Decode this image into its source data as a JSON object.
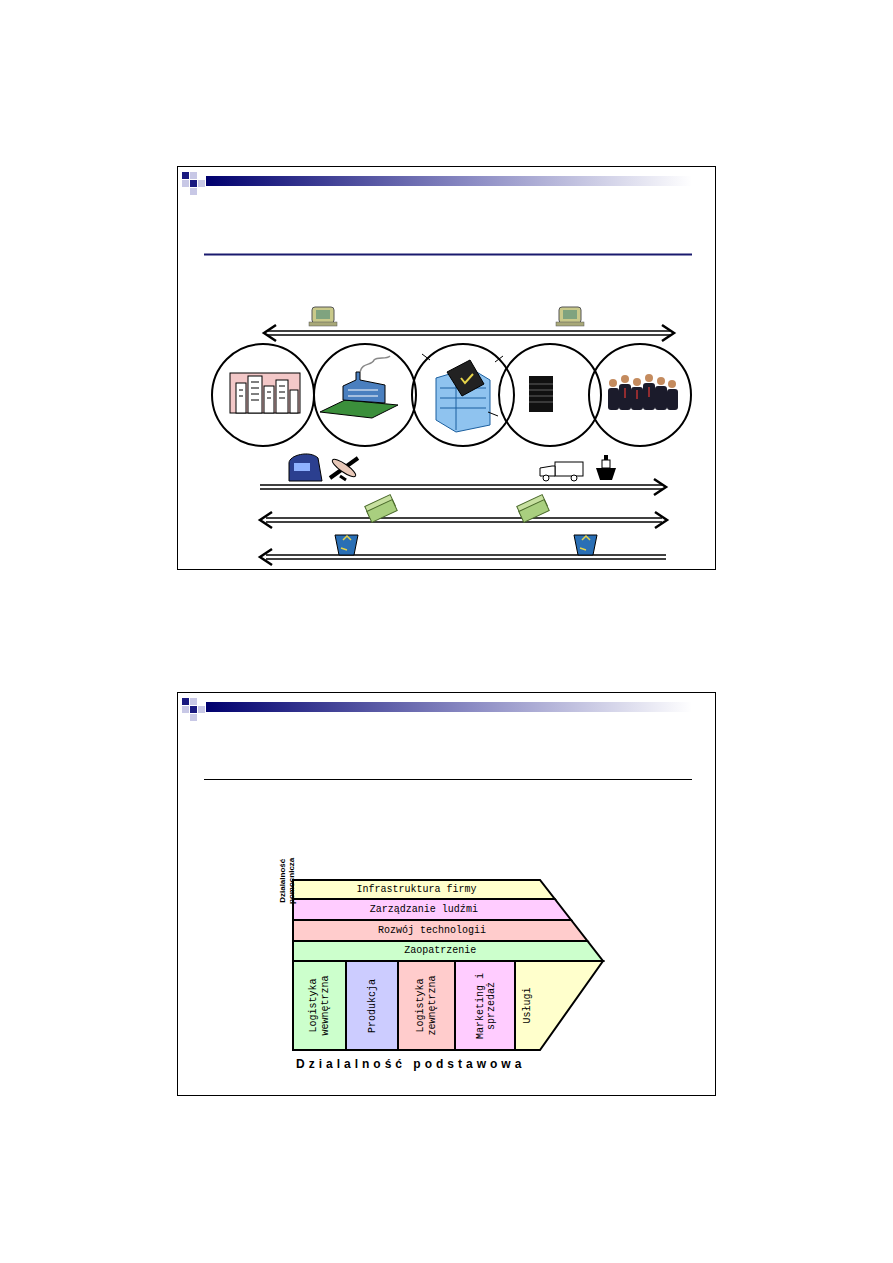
{
  "diagram": {
    "nodes": [
      {
        "text": [
          "Infrastruktura firmy"
        ]
      },
      {
        "text": [
          "Zarządzanie ludźmi"
        ]
      },
      {
        "text": [
          "Rozwój technologii"
        ]
      },
      {
        "text": [
          "Zaopatrzenie"
        ]
      },
      {
        "text": [
          "Logistyka wewnętrzna"
        ]
      },
      {
        "text": [
          "Produkcja"
        ]
      },
      {
        "text": [
          "Logistyka zewnętrzna"
        ]
      },
      {
        "text": [
          "Marketing i sprzedaż"
        ]
      },
      {
        "text": [
          "Usługi"
        ]
      }
    ],
    "edges": [],
    "labels": [
      "Dzialalność pomocnicza",
      "Dzialalność podstawowa"
    ]
  }
}
